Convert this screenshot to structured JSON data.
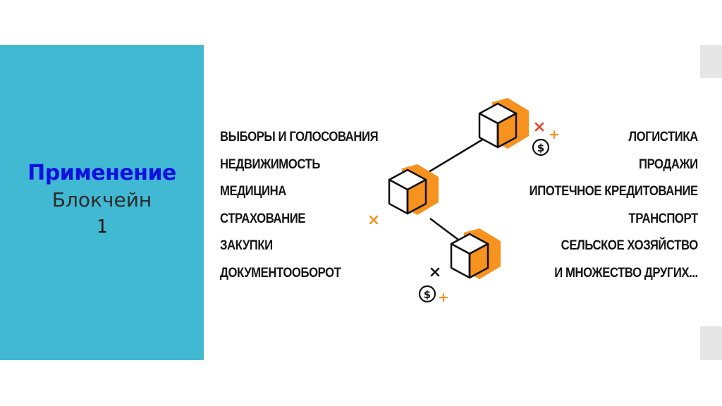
{
  "slide": {
    "title": "Применение",
    "subtitle": "Блокчейн",
    "number": "1"
  },
  "left_list": [
    "ВЫБОРЫ И ГОЛОСОВАНИЯ",
    "НЕДВИЖИМОСТЬ",
    "МЕДИЦИНА",
    "СТРАХОВАНИЕ",
    "ЗАКУПКИ",
    "ДОКУМЕНТООБОРОТ"
  ],
  "right_list": [
    "ЛОГИСТИКА",
    "ПРОДАЖИ",
    "ИПОТЕЧНОЕ КРЕДИТОВАНИЕ",
    "ТРАНСПОРТ",
    "СЕЛЬСКОЕ ХОЗЯЙСТВО",
    "И МНОЖЕСТВО ДРУГИХ..."
  ],
  "colors": {
    "panel": "#41b9d3",
    "title": "#1010e0",
    "accent": "#f7921e"
  },
  "icons": [
    "block-cube-icon",
    "dollar-coin-icon",
    "cross-mark-icon",
    "plus-mark-icon"
  ]
}
